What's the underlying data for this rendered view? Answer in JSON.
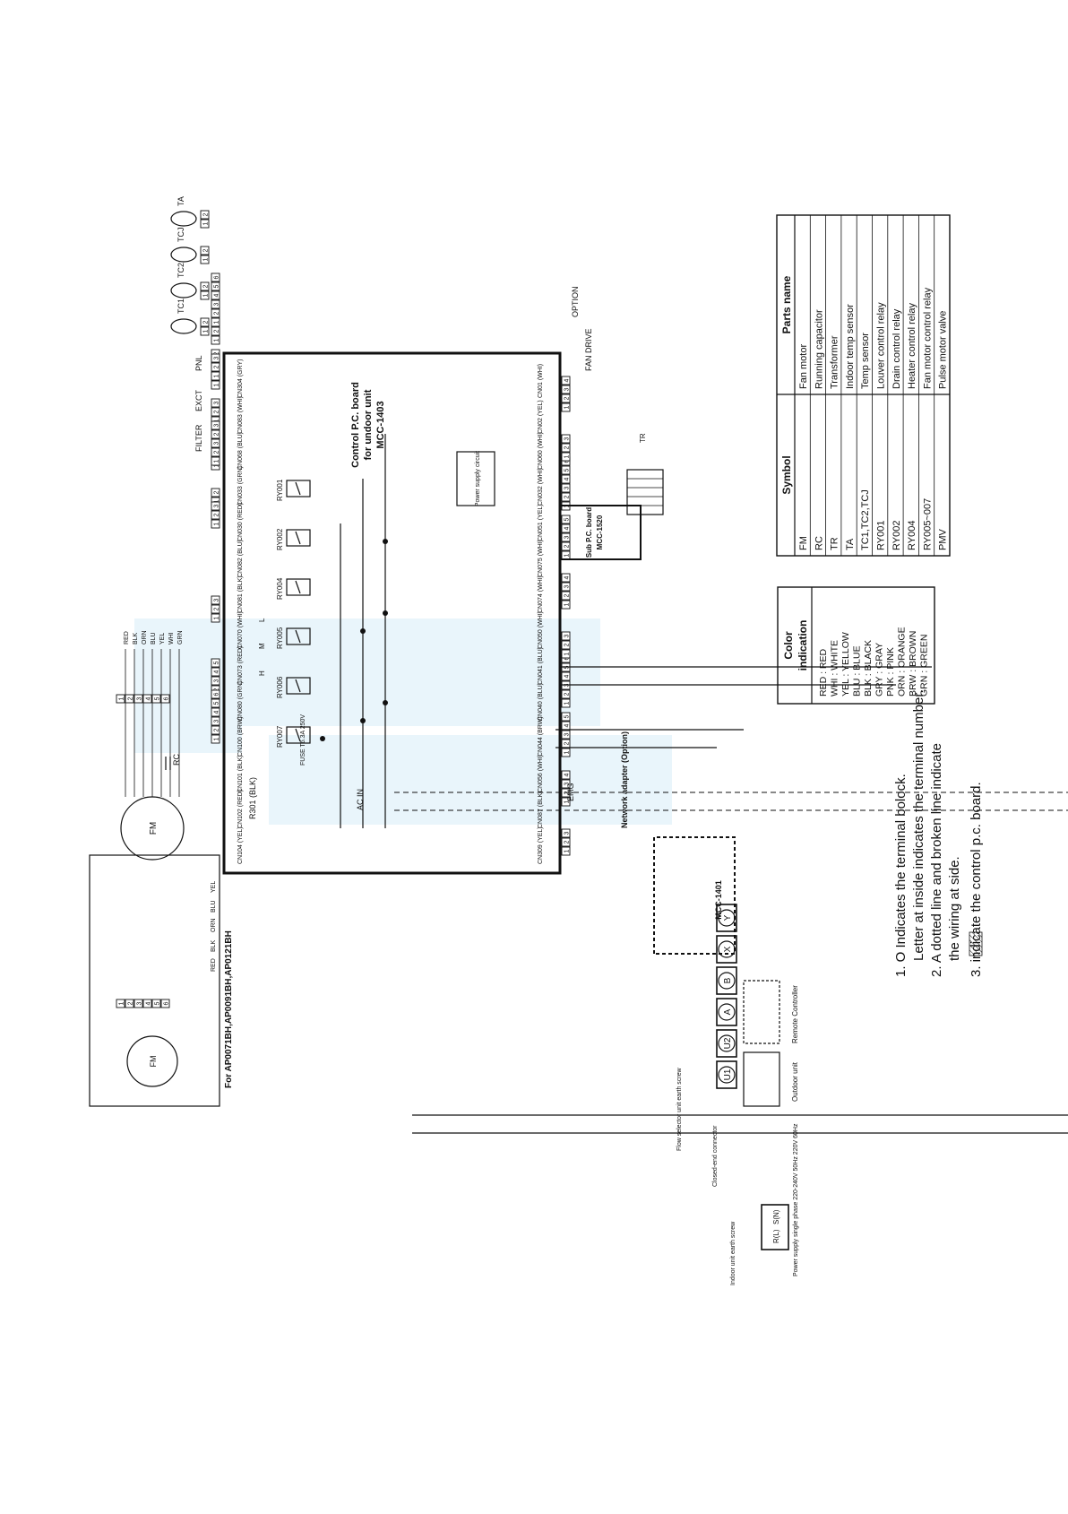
{
  "diagram": {
    "board_title": "Control P.C. board for undoor unit",
    "board_title_line1": "Control P.C. board",
    "board_title_line2": "for undoor unit",
    "board_model": "MCC-1403",
    "sub_board_line1": "Sub P.C. board",
    "sub_board_line2": "MCC-1520",
    "power_supply_circuit": "Power supply circuit",
    "network_adapter": "Network adapter (Option)",
    "network_board": "MCC-1401",
    "variant_box_title": "For AP0071BH,AP0091BH,AP0121BH",
    "sensors": [
      "TA",
      "TCJ",
      "TC2",
      "TC1"
    ],
    "side_labels": [
      "PNL",
      "EXCT",
      "FILTER",
      "OPTION",
      "FAN DRIVE",
      "EMG",
      "AC IN",
      "R301 (BLK)"
    ],
    "connectors": [
      "CN104 (YEL)",
      "CN102 (RED)",
      "CN101 (BLK)",
      "CN100 (BRW)",
      "CN080 (GRN)",
      "CN073 (RED)",
      "CN070 (WHI)",
      "CN081 (BLK)",
      "CN082 (BLU)",
      "CN030 (RED)",
      "CN033 (GRN)",
      "CN068 (BLU)",
      "CN083 (WHI)",
      "CN304 (GRY)",
      "CN309 (YEL)",
      "CN087 (BLK)",
      "CN056 (WHI)",
      "CN044 (BRW)",
      "CN040 (BLU)",
      "CN041 (BLU)",
      "CN050 (WHI)",
      "CN074 (WHI)",
      "CN075 (WHI)",
      "CN051 (YEL)",
      "CN032 (WHI)",
      "CN060 (WHI)",
      "CN02 (YEL)",
      "CN01 (WHI)"
    ],
    "relays": [
      "RY001",
      "RY002",
      "RY004",
      "RY005",
      "RY006",
      "RY007"
    ],
    "fuse": "FUSE T6.3A 250V",
    "wire_colors": [
      "RED",
      "BLK",
      "ORN",
      "BLU",
      "YEL",
      "WHI",
      "GRN"
    ],
    "motor": "FM",
    "capacitor": "RC",
    "transformer": "TR",
    "pmv": "PMV",
    "terminals": [
      "U1",
      "U2",
      "A",
      "B",
      "X",
      "Y"
    ],
    "remote_controller": "Remote Controller",
    "outdoor_unit": "Outdoor unit",
    "flow_selector": "Flow selector unit earth screw",
    "closed_end_connector": "Closed-end connector",
    "indoor_earth": "Indoor unit earth screw",
    "power_supply_label": "Power supply single phase 220-240V 50Hz 220V 60Hz",
    "power_terminals": [
      "R(L)",
      "S(N)"
    ],
    "fan_speeds": [
      "H",
      "M",
      "L"
    ]
  },
  "notes": [
    "1. O  Indicates the terminal bolock.",
    "Letter at inside indicates the terminal number.",
    "2. A dotted line and broken line indicate",
    "the wiring at side.",
    "3.        indicate the control p.c. board."
  ],
  "color_indication": {
    "title": "Color indication",
    "rows": [
      "RED : RED",
      "WHI : WHITE",
      "YEL : YELLOW",
      "BLU : BLUE",
      "BLK : BLACK",
      "GRY : GRAY",
      "PNK : PINK",
      "ORN : ORANGE",
      "BRW : BROWN",
      "GRN : GREEN"
    ]
  },
  "parts_table": {
    "headers": [
      "Symbol",
      "Parts name"
    ],
    "rows": [
      [
        "FM",
        "Fan motor"
      ],
      [
        "RC",
        "Running capacitor"
      ],
      [
        "TR",
        "Transformer"
      ],
      [
        "TA",
        "Indoor temp sensor"
      ],
      [
        "TC1,TC2,TCJ",
        "Temp sensor"
      ],
      [
        "RY001",
        "Louver control relay"
      ],
      [
        "RY002",
        "Drain control relay"
      ],
      [
        "RY004",
        "Heater control relay"
      ],
      [
        "RY005~007",
        "Fan motor control relay"
      ],
      [
        "PMV",
        "Pulse motor valve"
      ]
    ]
  }
}
